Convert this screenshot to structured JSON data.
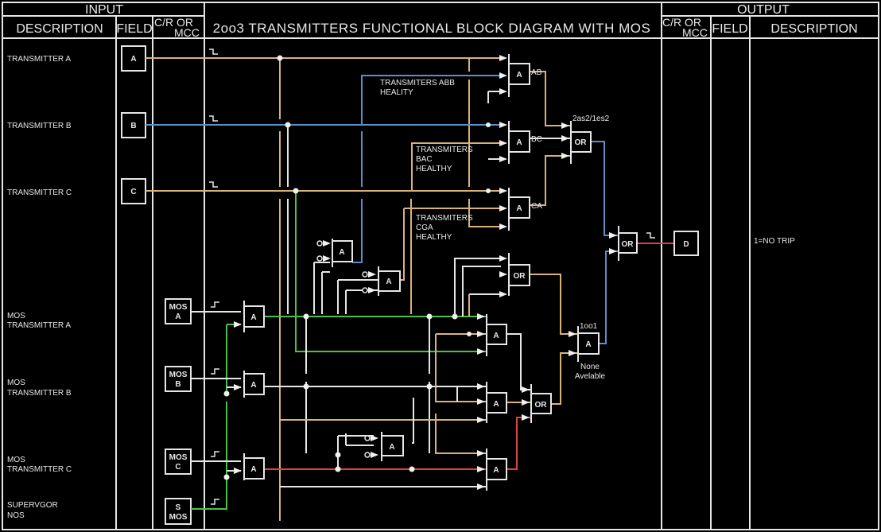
{
  "title": "2oo3 TRANSMITTERS FUNCTIONAL BLOCK DIAGRAM WITH MOS",
  "colors": {
    "background": "#000000",
    "frame": "#e6e6e6",
    "wire_white": "#e6e6e6",
    "wire_tan": "#d9b27a",
    "wire_blue": "#5b8fc9",
    "wire_green": "#4cc04a",
    "wire_red": "#d9443b"
  },
  "header": {
    "input_label": "INPUT",
    "output_label": "OUTPUT",
    "input_columns": [
      "DESCRIPTION",
      "FIELD",
      "C/R OR",
      "MCC"
    ],
    "output_columns": [
      "C/R OR",
      "MCC",
      "FIELD",
      "DESCRIPTION"
    ]
  },
  "inputs": [
    {
      "description": [
        "TRANSMITTER A"
      ],
      "field": "A"
    },
    {
      "description": [
        "TRANSMITTER B"
      ],
      "field": "B"
    },
    {
      "description": [
        "TRANSMITTER C"
      ],
      "field": "C"
    },
    {
      "description": [
        "MOS",
        "TRANSMITTER A"
      ],
      "cr_mcc": [
        "MOS",
        "A"
      ]
    },
    {
      "description": [
        "MOS",
        "TRANSMITTER B"
      ],
      "cr_mcc": [
        "MOS",
        "B"
      ]
    },
    {
      "description": [
        "MOS",
        "TRANSMITTER C"
      ],
      "cr_mcc": [
        "MOS",
        "C"
      ]
    },
    {
      "description": [
        "SUPERVGOR",
        "NOS"
      ],
      "cr_mcc": [
        "S",
        "MOS"
      ]
    }
  ],
  "gates": {
    "and_ab": {
      "type": "A",
      "label": "AB"
    },
    "and_bc": {
      "type": "A",
      "label": "BC"
    },
    "and_ca": {
      "type": "A",
      "label": "CA"
    },
    "or_2oo2": {
      "type": "OR",
      "label": "2as2/1es2"
    },
    "or_final": {
      "type": "OR"
    },
    "and_inv_1": {
      "type": "A"
    },
    "and_inv_2": {
      "type": "A"
    },
    "or_mos": {
      "type": "OR"
    },
    "and_mos_a": {
      "type": "A"
    },
    "and_mos_b": {
      "type": "A"
    },
    "and_mos_c": {
      "type": "A"
    },
    "and_mid_1": {
      "type": "A"
    },
    "and_mid_2": {
      "type": "A"
    },
    "or_mid": {
      "type": "OR"
    },
    "and_inv_3": {
      "type": "A"
    },
    "and_bot": {
      "type": "A"
    },
    "and_1oo1": {
      "type": "A",
      "label": "1oo1"
    }
  },
  "annotations": {
    "healthy_ab": [
      "TRANSMITERS ABB",
      "HEALITY"
    ],
    "healthy_bc": [
      "TRANSMITERS",
      "BAC",
      "HEALTHY"
    ],
    "healthy_ca": [
      "TRANSMITERS",
      "CGA",
      "HEALTHY"
    ],
    "none_available": [
      "None",
      "Avelable"
    ]
  },
  "output": {
    "field": "D",
    "description": "1=NO TRIP"
  }
}
